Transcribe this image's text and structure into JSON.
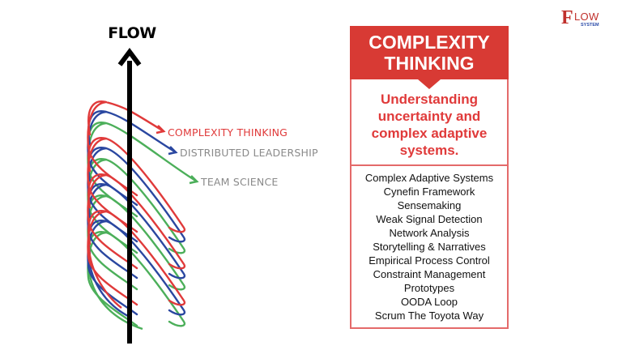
{
  "logo": {
    "letter_f": "F",
    "letters_low": "LOW",
    "system": "SYSTEM",
    "colors": {
      "flow": "#c0302c",
      "system": "#2a4aa8"
    }
  },
  "diagram": {
    "axis_label": "FLOW",
    "streams": [
      {
        "label": "COMPLEXITY THINKING",
        "color": "#e03a3a",
        "label_color": "#e03a3a"
      },
      {
        "label": "DISTRIBUTED LEADERSHIP",
        "color": "#2a47a0",
        "label_color": "#8a8a8a"
      },
      {
        "label": "TEAM SCIENCE",
        "color": "#4caf5a",
        "label_color": "#8a8a8a"
      }
    ]
  },
  "card": {
    "title_line1": "COMPLEXITY",
    "title_line2": "THINKING",
    "subtitle_lines": [
      "Understanding",
      "uncertainty and",
      "complex adaptive",
      "systems."
    ],
    "items": [
      "Complex Adaptive Systems",
      "Cynefin Framework",
      "Sensemaking",
      "Weak Signal Detection",
      "Network Analysis",
      "Storytelling & Narratives",
      "Empirical Process Control",
      "Constraint Management",
      "Prototypes",
      "OODA Loop",
      "Scrum The Toyota Way"
    ],
    "colors": {
      "header": "#d83a34",
      "border": "#e46a6a",
      "subtitle": "#e03a3a"
    }
  }
}
